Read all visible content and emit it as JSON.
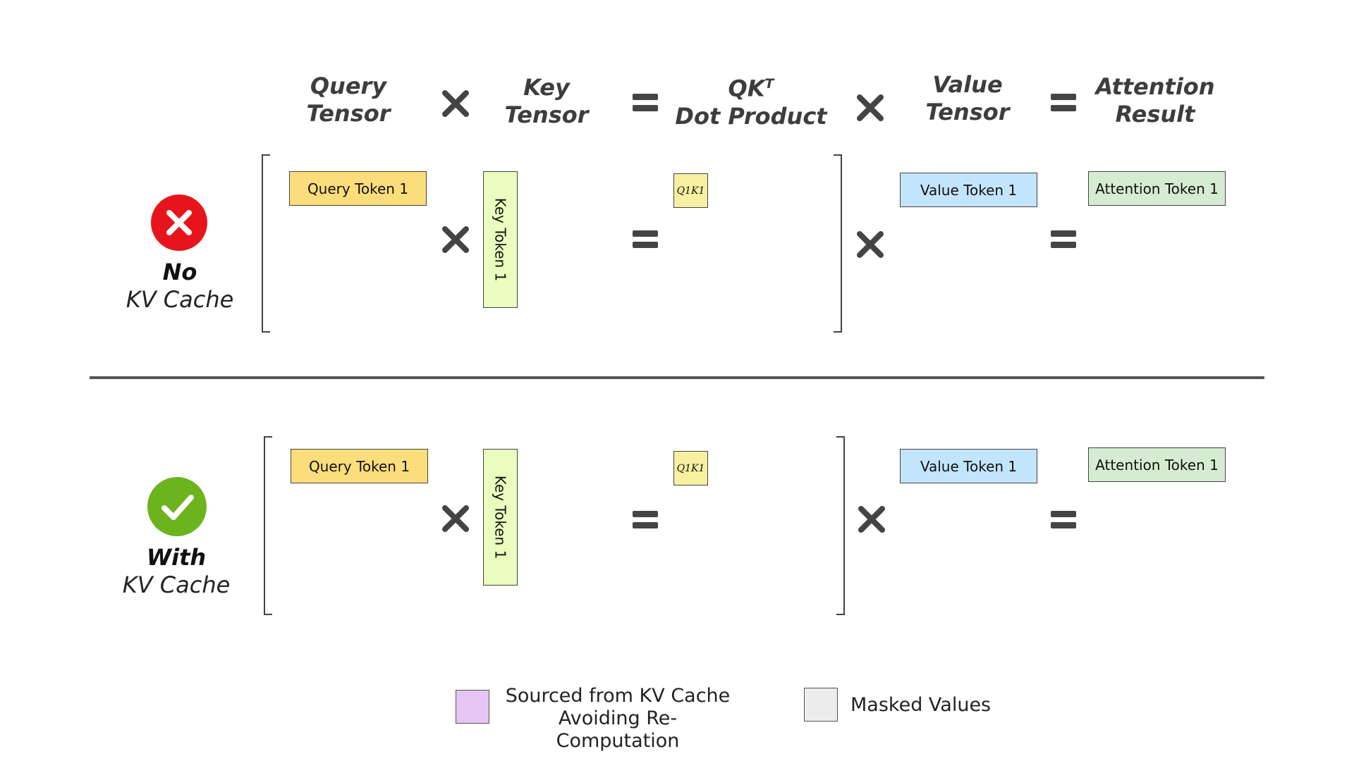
{
  "headers": {
    "query": [
      "Query",
      "Tensor"
    ],
    "key": [
      "Key",
      "Tensor"
    ],
    "qkt": {
      "line1": "QK",
      "sup": "T",
      "line2": "Dot Product"
    },
    "value": [
      "Value",
      "Tensor"
    ],
    "attention": [
      "Attention",
      "Result"
    ]
  },
  "rows": [
    {
      "label_bold": "No",
      "label_italic": "KV Cache",
      "status": "cross",
      "query_token": "Query Token 1",
      "key_token": "Key Token 1",
      "qk_cell": "Q1K1",
      "value_token": "Value Token 1",
      "attention_token": "Attention Token 1"
    },
    {
      "label_bold": "With",
      "label_italic": "KV Cache",
      "status": "check",
      "query_token": "Query Token 1",
      "key_token": "Key Token 1",
      "qk_cell": "Q1K1",
      "value_token": "Value Token 1",
      "attention_token": "Attention Token 1"
    }
  ],
  "legend": [
    {
      "lines": [
        "Sourced from KV Cache",
        "Avoiding Re-Computation"
      ],
      "color": "#e6c4f3"
    },
    {
      "lines": [
        "Masked Values"
      ],
      "color": "#ececec"
    }
  ],
  "colors": {
    "query": "#fcdd7b",
    "key": "#eafcbe",
    "value": "#c2e5fb",
    "attention": "#d6ecd2",
    "qk": "#f7f0a0",
    "cross_icon": "#e8141b",
    "check_icon": "#6cb41e"
  }
}
